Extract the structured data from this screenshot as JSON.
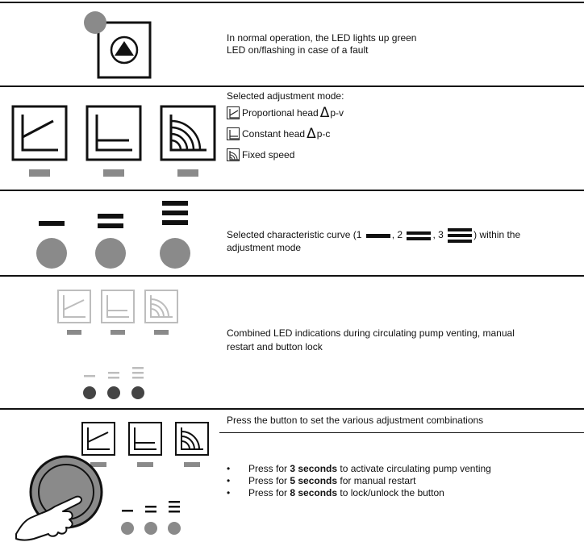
{
  "rows": {
    "status": {
      "line1": "In normal operation, the LED lights up green",
      "line2": "LED on/flashing in case of a fault"
    },
    "mode": {
      "heading": "Selected adjustment mode:",
      "items": [
        {
          "icon": "proportional-head-icon",
          "label": "Proportional head",
          "symbol": "Δ",
          "suffix": "p-v"
        },
        {
          "icon": "constant-head-icon",
          "label": "Constant head",
          "symbol": "Δ",
          "suffix": "p-c"
        },
        {
          "icon": "fixed-speed-icon",
          "label": "Fixed speed",
          "symbol": "",
          "suffix": ""
        }
      ]
    },
    "curve": {
      "prefix": "Selected characteristic curve (1",
      "sep1": ", 2",
      "sep2": ", 3",
      "suffix": ") within the",
      "line2": "adjustment mode"
    },
    "combined": {
      "line1": "Combined LED indications during circulating pump venting, manual",
      "line2": "restart and button lock"
    },
    "button": {
      "heading": "Press the button to set the various adjustment combinations",
      "bullets": [
        {
          "pre": "Press for ",
          "bold": "3 seconds",
          "post": " to activate circulating pump venting"
        },
        {
          "pre": "Press for ",
          "bold": "5 seconds",
          "post": " for manual restart"
        },
        {
          "pre": "Press for ",
          "bold": "8 seconds",
          "post": " to lock/unlock the button"
        }
      ]
    }
  },
  "colors": {
    "led_gray": "#8a8a8a",
    "faded": "#bdbdbd",
    "line": "#111111"
  }
}
